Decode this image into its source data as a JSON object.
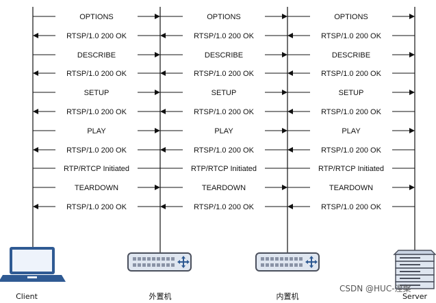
{
  "nodes": [
    {
      "label": "Client",
      "icon": "laptop-icon"
    },
    {
      "label": "外置机",
      "icon": "router-icon"
    },
    {
      "label": "内置机",
      "icon": "router-icon"
    },
    {
      "label": "Server",
      "icon": "server-icon"
    }
  ],
  "messages": [
    {
      "label": "OPTIONS",
      "direction": "right"
    },
    {
      "label": "RTSP/1.0 200 OK",
      "direction": "left"
    },
    {
      "label": "DESCRIBE",
      "direction": "right"
    },
    {
      "label": "RTSP/1.0 200 OK",
      "direction": "left"
    },
    {
      "label": "SETUP",
      "direction": "right"
    },
    {
      "label": "RTSP/1.0 200 OK",
      "direction": "left"
    },
    {
      "label": "PLAY",
      "direction": "right"
    },
    {
      "label": "RTSP/1.0 200 OK",
      "direction": "left"
    },
    {
      "label": "RTP/RTCP Initiated",
      "direction": "none"
    },
    {
      "label": "TEARDOWN",
      "direction": "right"
    },
    {
      "label": "RTSP/1.0 200 OK",
      "direction": "left"
    }
  ],
  "watermark": "CSDN @HUC-涅槃",
  "colors": {
    "line": "#111111",
    "device_fill": "#dfe6f0",
    "device_stroke": "#4a4f5c",
    "laptop_fill": "#e6edf7"
  }
}
